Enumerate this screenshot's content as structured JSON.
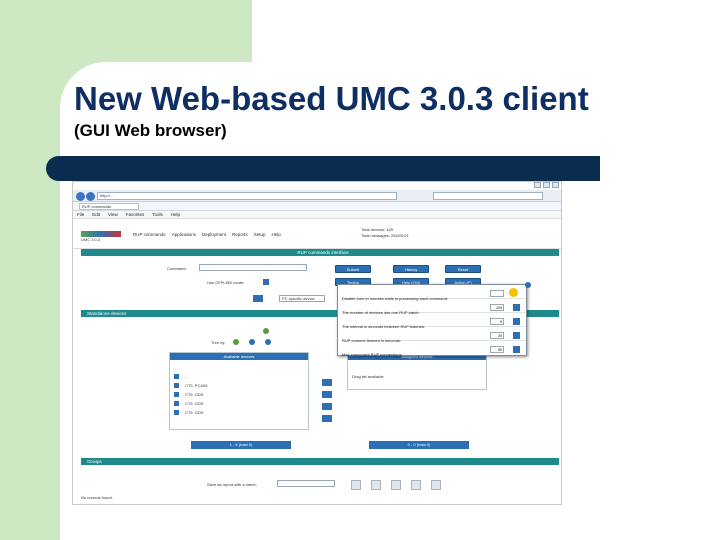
{
  "slide": {
    "title": "New Web-based UMC 3.0.3 client",
    "subtitle": "(GUI Web browser)"
  },
  "browser": {
    "address": "http://...",
    "tab_label": "RUP commands",
    "menu": [
      "File",
      "Edit",
      "View",
      "Favorites",
      "Tools",
      "Help"
    ]
  },
  "app": {
    "logo": "UMC 3.0.3",
    "nav": [
      "RUP commands",
      "Applications",
      "Deployment",
      "Reports",
      "Setup",
      "Help"
    ],
    "device_info": [
      "Total devices: 429",
      "Total messages: 2542/0/21"
    ],
    "section_rup": "RUP commands interface",
    "command_label": "Command:",
    "offline_label": "Use OFFLINE mode:",
    "buttons": [
      "Submit",
      "History",
      "Reset",
      "Timing",
      "Help (Ctrl)",
      "Action (F)"
    ],
    "pc_specific": "PC specific device",
    "section_standalone": "Standalone devices",
    "filter_label": "Tree by:",
    "available_title": "Available devices",
    "assigned_title": "Assigned devices",
    "available_list": [
      "...",
      "CT5 .PCA05",
      "CT5 .GDS",
      "CT5 .GDS",
      "CT5 .GDS"
    ],
    "assigned_hint": "Drag list available",
    "pager_left": "1 - 5 (total 5)",
    "pager_right": "0 - 0 (total 0)",
    "section_groups": "Groups",
    "save_label": "Save as report with a name:",
    "no_records": "No records found."
  },
  "popup": {
    "rows": [
      {
        "label": "Disable form in minutes while is processing each command:",
        "value": ""
      },
      {
        "label": "The number of devices into one RUP batch:",
        "value": "100"
      },
      {
        "label": "The interval in seconds between RUP batches:",
        "value": "5"
      },
      {
        "label": "RUP connect timeout in seconds:",
        "value": "20"
      },
      {
        "label": "Max concurrent RUP connections:",
        "value": "50"
      }
    ]
  }
}
